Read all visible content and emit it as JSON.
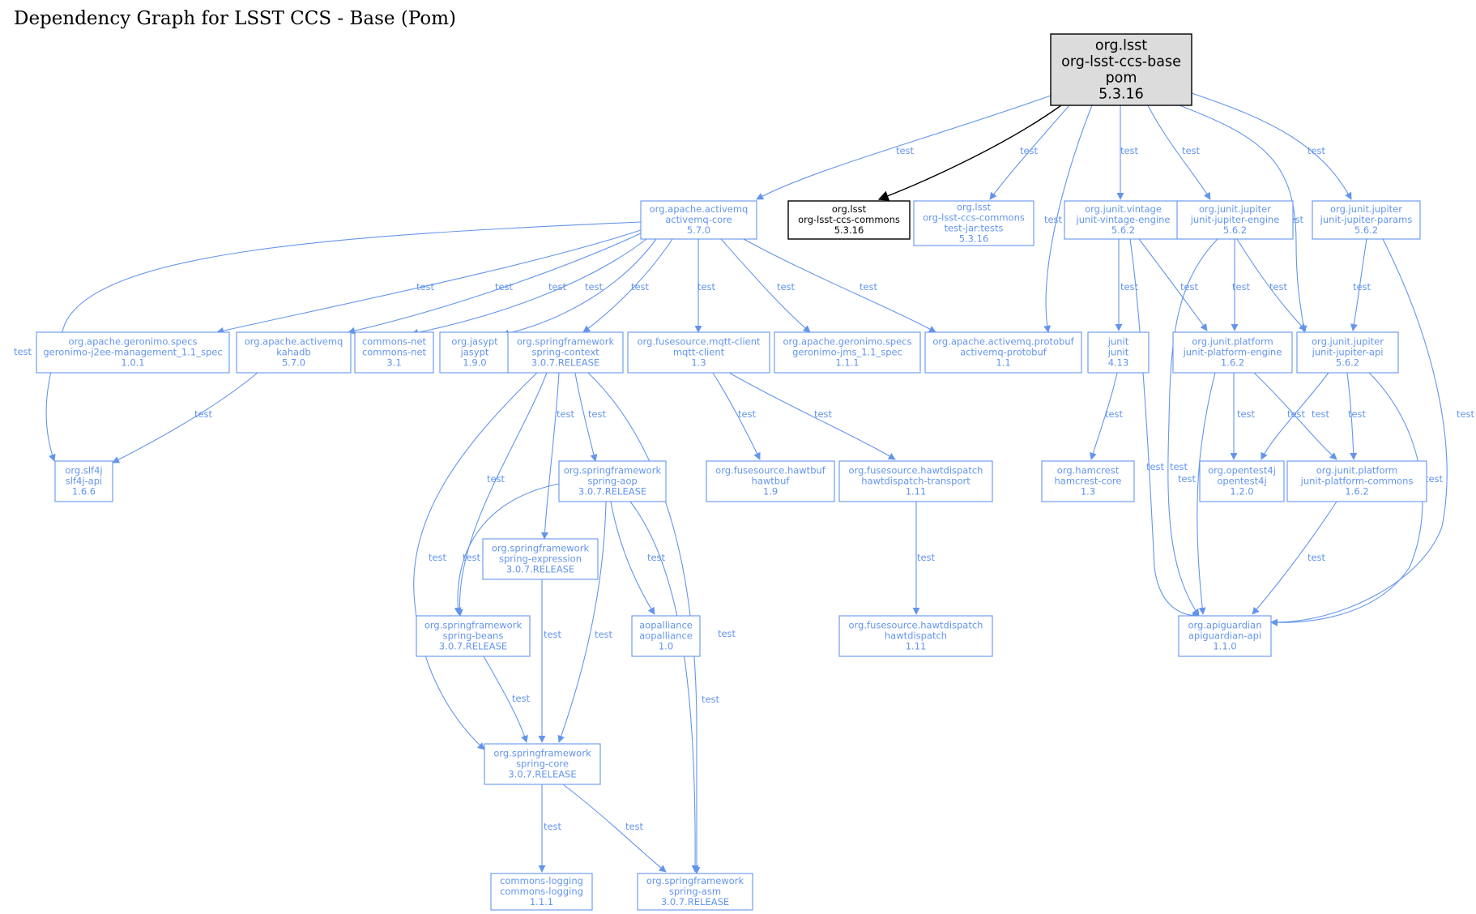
{
  "title": "Dependency Graph for LSST CCS - Base (Pom)",
  "colors": {
    "dependency": "#6495ed",
    "direct": "#000000",
    "root_fill": "#dcdcdc"
  },
  "nodes": [
    {
      "id": "root",
      "lines": [
        "org.lsst",
        "org-lsst-ccs-base",
        "pom",
        "5.3.16"
      ],
      "style": "root"
    },
    {
      "id": "activemq-core",
      "lines": [
        "org.apache.activemq",
        "activemq-core",
        "5.7.0"
      ],
      "style": "dep"
    },
    {
      "id": "ccs-commons",
      "lines": [
        "org.lsst",
        "org-lsst-ccs-commons",
        "5.3.16"
      ],
      "style": "direct"
    },
    {
      "id": "ccs-commons-tests",
      "lines": [
        "org.lsst",
        "org-lsst-ccs-commons",
        "test-jar:tests",
        "5.3.16"
      ],
      "style": "dep"
    },
    {
      "id": "vintage-engine",
      "lines": [
        "org.junit.vintage",
        "junit-vintage-engine",
        "5.6.2"
      ],
      "style": "dep"
    },
    {
      "id": "jupiter-engine",
      "lines": [
        "org.junit.jupiter",
        "junit-jupiter-engine",
        "5.6.2"
      ],
      "style": "dep"
    },
    {
      "id": "jupiter-params",
      "lines": [
        "org.junit.jupiter",
        "junit-jupiter-params",
        "5.6.2"
      ],
      "style": "dep"
    },
    {
      "id": "geronimo-j2ee",
      "lines": [
        "org.apache.geronimo.specs",
        "geronimo-j2ee-management_1.1_spec",
        "1.0.1"
      ],
      "style": "dep"
    },
    {
      "id": "kahadb",
      "lines": [
        "org.apache.activemq",
        "kahadb",
        "5.7.0"
      ],
      "style": "dep"
    },
    {
      "id": "commons-net",
      "lines": [
        "commons-net",
        "commons-net",
        "3.1"
      ],
      "style": "dep"
    },
    {
      "id": "jasypt",
      "lines": [
        "org.jasypt",
        "jasypt",
        "1.9.0"
      ],
      "style": "dep"
    },
    {
      "id": "spring-context",
      "lines": [
        "org.springframework",
        "spring-context",
        "3.0.7.RELEASE"
      ],
      "style": "dep"
    },
    {
      "id": "mqtt-client",
      "lines": [
        "org.fusesource.mqtt-client",
        "mqtt-client",
        "1.3"
      ],
      "style": "dep"
    },
    {
      "id": "geronimo-jms",
      "lines": [
        "org.apache.geronimo.specs",
        "geronimo-jms_1.1_spec",
        "1.1.1"
      ],
      "style": "dep"
    },
    {
      "id": "activemq-protobuf",
      "lines": [
        "org.apache.activemq.protobuf",
        "activemq-protobuf",
        "1.1"
      ],
      "style": "dep"
    },
    {
      "id": "junit",
      "lines": [
        "junit",
        "junit",
        "4.13"
      ],
      "style": "dep"
    },
    {
      "id": "platform-engine",
      "lines": [
        "org.junit.platform",
        "junit-platform-engine",
        "1.6.2"
      ],
      "style": "dep"
    },
    {
      "id": "jupiter-api",
      "lines": [
        "org.junit.jupiter",
        "junit-jupiter-api",
        "5.6.2"
      ],
      "style": "dep"
    },
    {
      "id": "slf4j",
      "lines": [
        "org.slf4j",
        "slf4j-api",
        "1.6.6"
      ],
      "style": "dep"
    },
    {
      "id": "spring-aop",
      "lines": [
        "org.springframework",
        "spring-aop",
        "3.0.7.RELEASE"
      ],
      "style": "dep"
    },
    {
      "id": "hawtbuf",
      "lines": [
        "org.fusesource.hawtbuf",
        "hawtbuf",
        "1.9"
      ],
      "style": "dep"
    },
    {
      "id": "hawtdispatch-transport",
      "lines": [
        "org.fusesource.hawtdispatch",
        "hawtdispatch-transport",
        "1.11"
      ],
      "style": "dep"
    },
    {
      "id": "hamcrest",
      "lines": [
        "org.hamcrest",
        "hamcrest-core",
        "1.3"
      ],
      "style": "dep"
    },
    {
      "id": "opentest4j",
      "lines": [
        "org.opentest4j",
        "opentest4j",
        "1.2.0"
      ],
      "style": "dep"
    },
    {
      "id": "platform-commons",
      "lines": [
        "org.junit.platform",
        "junit-platform-commons",
        "1.6.2"
      ],
      "style": "dep"
    },
    {
      "id": "spring-expression",
      "lines": [
        "org.springframework",
        "spring-expression",
        "3.0.7.RELEASE"
      ],
      "style": "dep"
    },
    {
      "id": "spring-beans",
      "lines": [
        "org.springframework",
        "spring-beans",
        "3.0.7.RELEASE"
      ],
      "style": "dep"
    },
    {
      "id": "aopalliance",
      "lines": [
        "aopalliance",
        "aopalliance",
        "1.0"
      ],
      "style": "dep"
    },
    {
      "id": "hawtdispatch",
      "lines": [
        "org.fusesource.hawtdispatch",
        "hawtdispatch",
        "1.11"
      ],
      "style": "dep"
    },
    {
      "id": "apiguardian",
      "lines": [
        "org.apiguardian",
        "apiguardian-api",
        "1.1.0"
      ],
      "style": "dep"
    },
    {
      "id": "spring-core",
      "lines": [
        "org.springframework",
        "spring-core",
        "3.0.7.RELEASE"
      ],
      "style": "dep"
    },
    {
      "id": "commons-logging",
      "lines": [
        "commons-logging",
        "commons-logging",
        "1.1.1"
      ],
      "style": "dep"
    },
    {
      "id": "spring-asm",
      "lines": [
        "org.springframework",
        "spring-asm",
        "3.0.7.RELEASE"
      ],
      "style": "dep"
    }
  ],
  "edges": [
    {
      "id": "e1",
      "from": "root",
      "to": "activemq-core",
      "label": "test"
    },
    {
      "id": "e2",
      "from": "root",
      "to": "ccs-commons",
      "label": "",
      "style": "direct"
    },
    {
      "id": "e3",
      "from": "root",
      "to": "ccs-commons-tests",
      "label": "test"
    },
    {
      "id": "e4",
      "from": "root",
      "to": "junit",
      "label": "test"
    },
    {
      "id": "e5",
      "from": "root",
      "to": "vintage-engine",
      "label": "test"
    },
    {
      "id": "e6",
      "from": "root",
      "to": "jupiter-engine",
      "label": "test"
    },
    {
      "id": "e7",
      "from": "root",
      "to": "jupiter-api",
      "label": "test"
    },
    {
      "id": "e8",
      "from": "root",
      "to": "jupiter-params",
      "label": "test"
    },
    {
      "id": "e9",
      "from": "activemq-core",
      "to": "slf4j",
      "label": "test"
    },
    {
      "id": "e10",
      "from": "activemq-core",
      "to": "geronimo-j2ee",
      "label": "test"
    },
    {
      "id": "e11",
      "from": "activemq-core",
      "to": "kahadb",
      "label": "test"
    },
    {
      "id": "e12",
      "from": "activemq-core",
      "to": "commons-net",
      "label": "test"
    },
    {
      "id": "e13",
      "from": "activemq-core",
      "to": "jasypt",
      "label": "test"
    },
    {
      "id": "e14",
      "from": "activemq-core",
      "to": "spring-context",
      "label": "test"
    },
    {
      "id": "e15",
      "from": "activemq-core",
      "to": "mqtt-client",
      "label": "test"
    },
    {
      "id": "e16",
      "from": "activemq-core",
      "to": "geronimo-jms",
      "label": "test"
    },
    {
      "id": "e17",
      "from": "activemq-core",
      "to": "activemq-protobuf",
      "label": "test"
    },
    {
      "id": "e18",
      "from": "kahadb",
      "to": "slf4j",
      "label": "test"
    },
    {
      "id": "e19",
      "from": "spring-context",
      "to": "spring-aop",
      "label": "test"
    },
    {
      "id": "e20",
      "from": "spring-context",
      "to": "spring-expression",
      "label": "test"
    },
    {
      "id": "e21",
      "from": "spring-context",
      "to": "spring-beans",
      "label": "test"
    },
    {
      "id": "e22",
      "from": "spring-context",
      "to": "spring-core",
      "label": "test"
    },
    {
      "id": "e23",
      "from": "spring-context",
      "to": "spring-asm",
      "label": "test"
    },
    {
      "id": "e24",
      "from": "spring-aop",
      "to": "spring-beans",
      "label": "test"
    },
    {
      "id": "e25",
      "from": "spring-aop",
      "to": "aopalliance",
      "label": "test"
    },
    {
      "id": "e26",
      "from": "spring-aop",
      "to": "spring-core",
      "label": "test"
    },
    {
      "id": "e27",
      "from": "spring-aop",
      "to": "spring-asm",
      "label": "test"
    },
    {
      "id": "e28",
      "from": "spring-expression",
      "to": "spring-core",
      "label": "test"
    },
    {
      "id": "e29",
      "from": "spring-beans",
      "to": "spring-core",
      "label": "test"
    },
    {
      "id": "e30",
      "from": "spring-core",
      "to": "commons-logging",
      "label": "test"
    },
    {
      "id": "e31",
      "from": "spring-core",
      "to": "spring-asm",
      "label": "test"
    },
    {
      "id": "e32",
      "from": "mqtt-client",
      "to": "hawtbuf",
      "label": "test"
    },
    {
      "id": "e33",
      "from": "mqtt-client",
      "to": "hawtdispatch-transport",
      "label": "test"
    },
    {
      "id": "e34",
      "from": "hawtdispatch-transport",
      "to": "hawtdispatch",
      "label": "test"
    },
    {
      "id": "e35",
      "from": "vintage-engine",
      "to": "junit",
      "label": "test"
    },
    {
      "id": "e36",
      "from": "vintage-engine",
      "to": "platform-engine",
      "label": "test"
    },
    {
      "id": "e37",
      "from": "vintage-engine",
      "to": "apiguardian",
      "label": "test"
    },
    {
      "id": "e38",
      "from": "jupiter-engine",
      "to": "platform-engine",
      "label": "test"
    },
    {
      "id": "e39",
      "from": "jupiter-engine",
      "to": "jupiter-api",
      "label": "test"
    },
    {
      "id": "e40",
      "from": "jupiter-engine",
      "to": "apiguardian",
      "label": "test"
    },
    {
      "id": "e41",
      "from": "jupiter-params",
      "to": "jupiter-api",
      "label": "test"
    },
    {
      "id": "e42",
      "from": "jupiter-params",
      "to": "apiguardian",
      "label": "test"
    },
    {
      "id": "e43",
      "from": "junit",
      "to": "hamcrest",
      "label": "test"
    },
    {
      "id": "e44",
      "from": "platform-engine",
      "to": "opentest4j",
      "label": "test"
    },
    {
      "id": "e45",
      "from": "platform-engine",
      "to": "platform-commons",
      "label": "test"
    },
    {
      "id": "e46",
      "from": "platform-engine",
      "to": "apiguardian",
      "label": "test"
    },
    {
      "id": "e47",
      "from": "jupiter-api",
      "to": "opentest4j",
      "label": "test"
    },
    {
      "id": "e48",
      "from": "jupiter-api",
      "to": "platform-commons",
      "label": "test"
    },
    {
      "id": "e49",
      "from": "jupiter-api",
      "to": "apiguardian",
      "label": "test"
    },
    {
      "id": "e50",
      "from": "platform-commons",
      "to": "apiguardian",
      "label": "test"
    }
  ]
}
